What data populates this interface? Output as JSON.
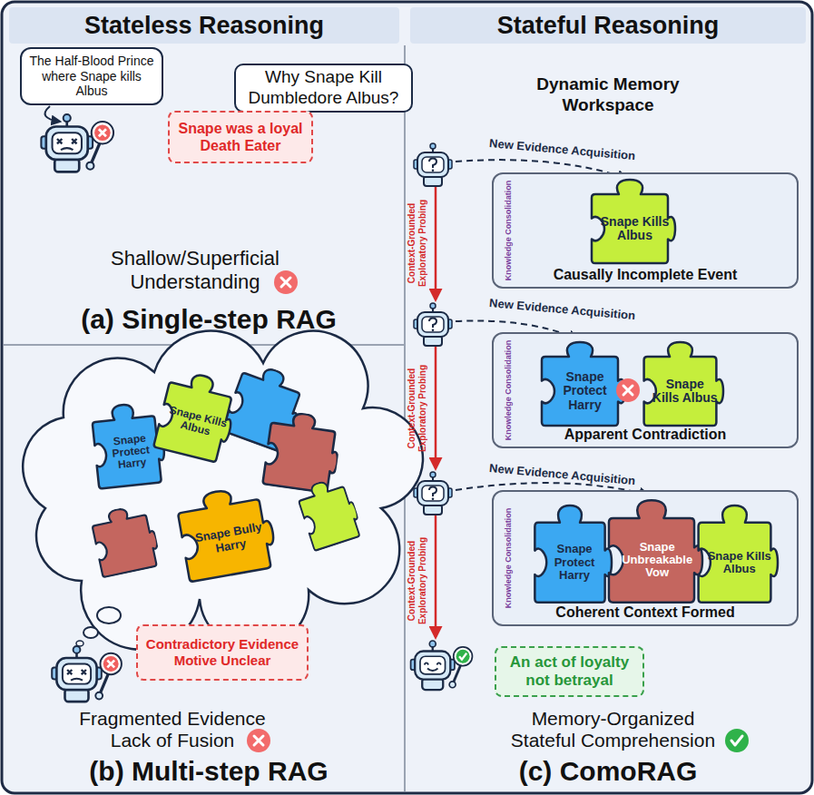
{
  "diagram": {
    "nodes": [
      {
        "text": [
          "Stateless Reasoning"
        ]
      },
      {
        "text": [
          "Stateful Reasoning"
        ]
      },
      {
        "text": [
          "The Half-Blood Prince where Snape kills Albus"
        ]
      },
      {
        "text": [
          "Why Snape Kill Dumbledore Albus?"
        ]
      },
      {
        "text": [
          "Snape was a loyal Death Eater"
        ]
      },
      {
        "text": [
          "Knowledge Consolidation",
          "Causally Incomplete Event"
        ]
      },
      {
        "text": [
          "Snape Kills Albus"
        ],
        "in": 5
      },
      {
        "text": [
          "Knowledge Consolidation",
          "Apparent Contradiction"
        ]
      },
      {
        "text": [
          "Snape Protect Harry"
        ],
        "in": 7
      },
      {
        "text": [
          "Snape Kills Albus"
        ],
        "in": 7
      },
      {
        "text": [
          "Snape Protect Harry"
        ]
      },
      {
        "text": [
          "Snape Kills Albus"
        ]
      },
      {
        "text": [
          "Snape Bully Harry"
        ]
      },
      {
        "text": [
          "Knowledge Consolidation",
          "Coherent Context Formed"
        ]
      },
      {
        "text": [
          "Snape Protect Harry"
        ],
        "in": 13
      },
      {
        "text": [
          "Snape Unbreakable Vow"
        ],
        "in": 13
      },
      {
        "text": [
          "Snape Kills Albus"
        ],
        "in": 13
      },
      {
        "text": [
          "Contradictory Evidence Motive Unclear"
        ]
      },
      {
        "text": [
          "An act of loyalty not betrayal"
        ]
      }
    ],
    "labels": [
      "Shallow/Superficial Understanding",
      "(a) Single-step RAG",
      "Dynamic Memory Workspace",
      "New Evidence Acquisition",
      "Context-Grounded Exploratory Probing",
      "New Evidence Acquisition",
      "Context-Grounded Exploratory Probing",
      "New Evidence Acquisition",
      "Context-Grounded Exploratory Probing",
      "Fragmented Evidence Lack of Fusion",
      "(b) Multi-step RAG",
      "Memory-Organized Stateful Comprehension",
      "(c) ComoRAG"
    ]
  }
}
